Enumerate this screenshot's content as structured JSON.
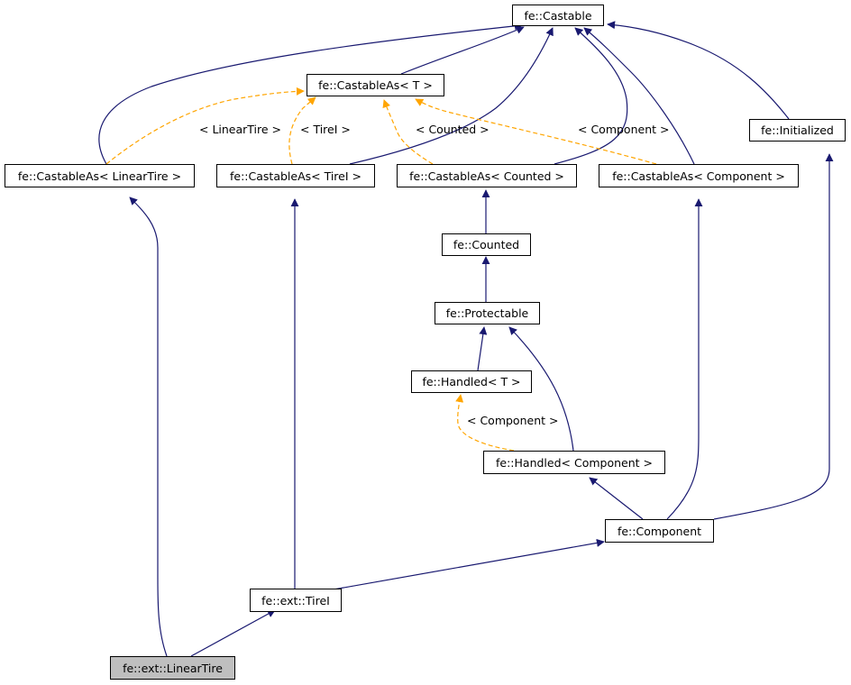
{
  "diagram": {
    "classes": {
      "castable": "fe::Castable",
      "castable_as_t": "fe::CastableAs< T >",
      "initialized": "fe::Initialized",
      "castable_as_lineartire": "fe::CastableAs< LinearTire >",
      "castable_as_tirei": "fe::CastableAs< TireI >",
      "castable_as_counted": "fe::CastableAs< Counted >",
      "castable_as_component": "fe::CastableAs< Component >",
      "counted": "fe::Counted",
      "protectable": "fe::Protectable",
      "handled_t": "fe::Handled< T >",
      "handled_component": "fe::Handled< Component >",
      "component": "fe::Component",
      "ext_tirei": "fe::ext::TireI",
      "ext_lineartire": "fe::ext::LinearTire"
    },
    "template_labels": {
      "lineartire": "< LinearTire >",
      "tirei": "< TireI >",
      "counted": "< Counted >",
      "component": "< Component >",
      "handled_component": "< Component >"
    },
    "colors": {
      "inheritance_edge": "#191970",
      "template_edge": "#ffa500",
      "current_class_fill": "#bfbfbf"
    }
  }
}
